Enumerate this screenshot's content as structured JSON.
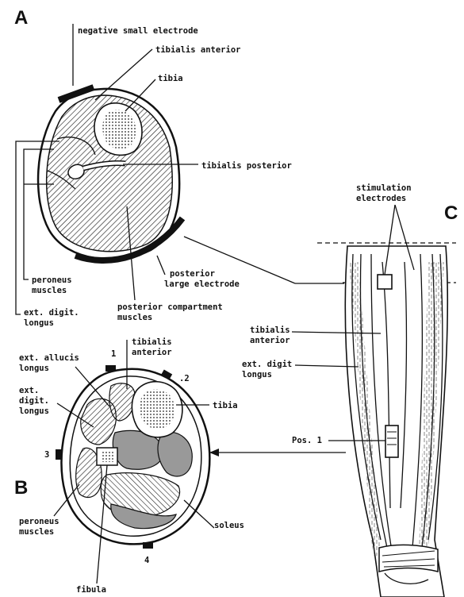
{
  "panels": {
    "a": "A",
    "b": "B",
    "c": "C"
  },
  "panel_a": {
    "negative_electrode": "negative small electrode",
    "tibialis_anterior": "tibialis anterior",
    "tibia": "tibia",
    "tibialis_posterior": "tibialis posterior",
    "posterior_electrode_1": "posterior",
    "posterior_electrode_2": "large electrode",
    "peroneus_1": "peroneus",
    "peroneus_2": "muscles",
    "ext_digit_1": "ext. digit.",
    "ext_digit_2": "longus",
    "posterior_comp_1": "posterior compartment",
    "posterior_comp_2": "muscles"
  },
  "panel_b": {
    "ext_allucis_1": "ext. allucis",
    "ext_allucis_2": "longus",
    "tibialis_anterior_1": "tibialis",
    "tibialis_anterior_2": "anterior",
    "ext_digit_1": "ext.",
    "ext_digit_2": "digit.",
    "ext_digit_3": "longus",
    "tibia": "tibia",
    "peroneus_1": "peroneus",
    "peroneus_2": "muscles",
    "soleus": "soleus",
    "fibula": "fibula",
    "positions": {
      "p1": "1",
      "p2": ".2",
      "p3": "3",
      "p4": "4"
    }
  },
  "panel_c": {
    "stim_1": "stimulation",
    "stim_2": "electrodes",
    "tibialis_1": "tibialis",
    "tibialis_2": "anterior",
    "ext_digit_1": "ext. digit",
    "ext_digit_2": "longus",
    "pos1": "Pos. 1"
  }
}
